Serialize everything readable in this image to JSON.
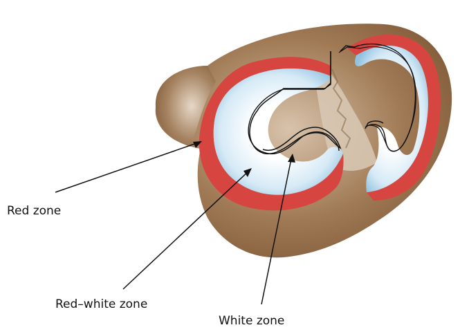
{
  "labels": {
    "red_zone": "Red zone",
    "red_white_zone": "Red–white zone",
    "white_zone": "White zone"
  },
  "colors": {
    "tissue": "#8c6540",
    "tissue_light": "#c9b095",
    "red_rim": "#d6453f",
    "red_white": "#a9cfe6",
    "white_center": "#ffffff",
    "outline": "#111111"
  }
}
